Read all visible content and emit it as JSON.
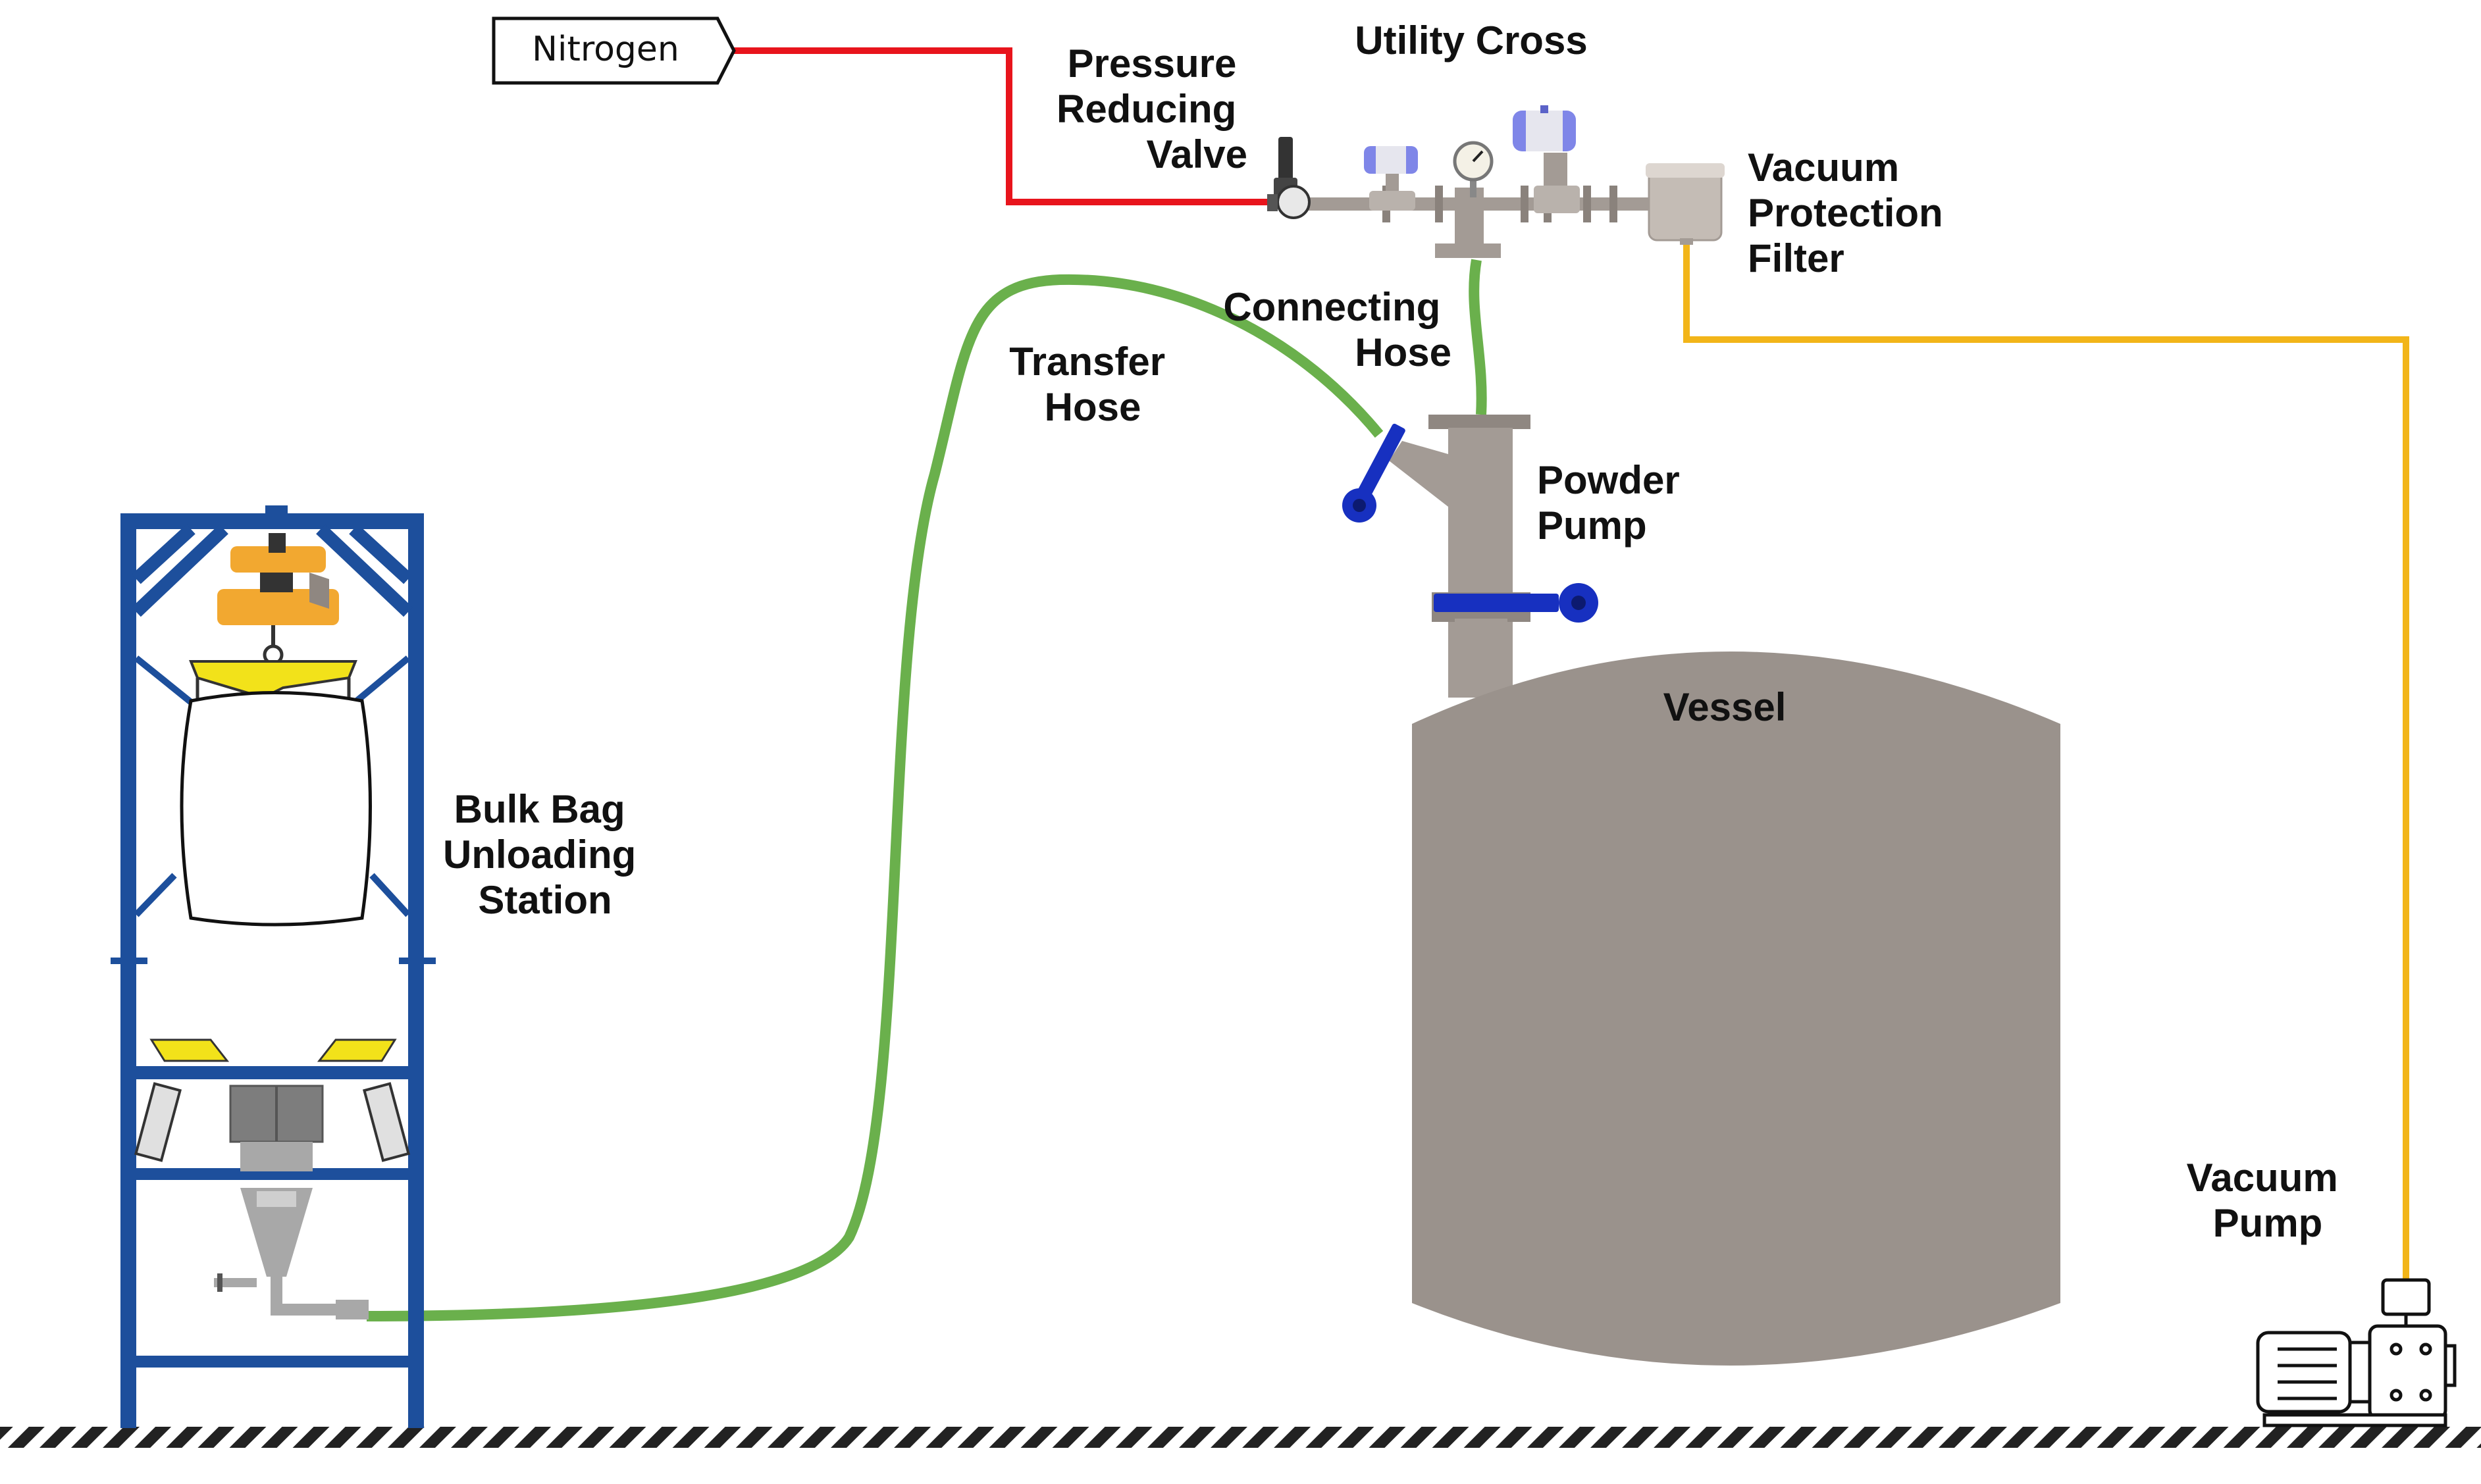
{
  "labels": {
    "nitrogen": "Nitrogen",
    "utility_cross": "Utility Cross",
    "pressure_reducing_valve": [
      "Pressure",
      "Reducing",
      "Valve"
    ],
    "vacuum_protection_filter": [
      "Vacuum",
      "Protection",
      "Filter"
    ],
    "connecting_hose": [
      "Connecting",
      "Hose"
    ],
    "transfer_hose": [
      "Transfer",
      "Hose"
    ],
    "powder_pump": [
      "Powder",
      "Pump"
    ],
    "vessel": "Vessel",
    "bulk_bag_unloading_station": [
      "Bulk Bag",
      "Unloading",
      "Station"
    ],
    "vacuum_pump": [
      "Vacuum",
      "Pump"
    ]
  },
  "colors": {
    "nitrogen_line": "#e8141c",
    "vacuum_line": "#f2b519",
    "hose": "#6ab04c",
    "vessel": "#9a928c",
    "pipe": "#a39b95",
    "frame": "#1d4f9c",
    "pneumatic_actuator": "#7f86e8",
    "pump_valve": "#1730c0",
    "hoist": "#f2a830",
    "lift_yoke": "#f2e21a",
    "ground_hatch": "#222222"
  }
}
